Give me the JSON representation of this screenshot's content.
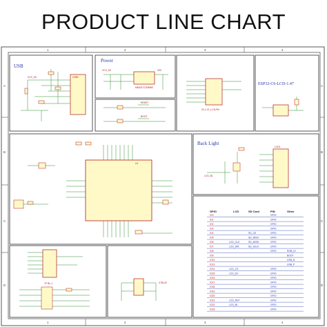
{
  "page_title": "PRODUCT LINE CHART",
  "frame": {
    "columns": [
      "1",
      "2",
      "3",
      "4"
    ],
    "rows": [
      "A",
      "B",
      "C",
      "D"
    ]
  },
  "blocks": {
    "usb": "USB",
    "power": "Power",
    "esp32": "ESP32-C6-LCD-1.47",
    "backlight": "Back Light",
    "tf": "TF BL-1",
    "xtal": "XTAL32"
  },
  "labels": {
    "lcd_fpc": "21-1.47_LCD-Pin",
    "lcd_conn": "LCD1",
    "backlight_mos": "LCD_BL",
    "chip": "U1"
  },
  "gpio_table": {
    "headers": [
      "GPIO",
      "LCD",
      "SD Card",
      "PIN",
      "Other"
    ],
    "rows": [
      [
        "IO0",
        "",
        "",
        "GPIO",
        ""
      ],
      [
        "IO1",
        "",
        "",
        "GPIO",
        ""
      ],
      [
        "IO2",
        "",
        "",
        "GPIO",
        ""
      ],
      [
        "IO3",
        "",
        "",
        "GPIO",
        ""
      ],
      [
        "IO4",
        "",
        "SD_CS",
        "GPIO",
        ""
      ],
      [
        "IO5",
        "",
        "SD_MISO",
        "GPIO",
        ""
      ],
      [
        "IO6",
        "LCD_CLK",
        "SD_MOSI",
        "GPIO",
        ""
      ],
      [
        "IO7",
        "LCD_DIN",
        "SD_SCLK",
        "GPIO",
        ""
      ],
      [
        "IO8",
        "",
        "",
        "GPIO",
        "RGB_IO"
      ],
      [
        "IO9",
        "",
        "",
        "",
        "BOOT"
      ],
      [
        "IO12",
        "",
        "",
        "",
        "USB_N"
      ],
      [
        "IO13",
        "",
        "",
        "",
        "USB_P"
      ],
      [
        "IO14",
        "LCD_CS",
        "",
        "GPIO",
        ""
      ],
      [
        "IO15",
        "LCD_DC",
        "",
        "GPIO",
        ""
      ],
      [
        "IO16",
        "",
        "",
        "GPIO",
        ""
      ],
      [
        "IO17",
        "",
        "",
        "GPIO",
        ""
      ],
      [
        "IO18",
        "",
        "",
        "GPIO",
        ""
      ],
      [
        "IO19",
        "",
        "",
        "GPIO",
        ""
      ],
      [
        "IO20",
        "",
        "",
        "GPIO",
        ""
      ],
      [
        "IO21",
        "LCD_RST",
        "",
        "GPIO",
        ""
      ],
      [
        "IO22",
        "LCD_BL",
        "",
        "GPIO",
        ""
      ],
      [
        "IO23",
        "",
        "",
        "GPIO",
        ""
      ]
    ]
  },
  "colors": {
    "frame": "#555555",
    "wire": "#2b8a2b",
    "chip_fill": "#fff9c8",
    "chip_stroke": "#b01818",
    "table_stripe": "#2233aa"
  }
}
